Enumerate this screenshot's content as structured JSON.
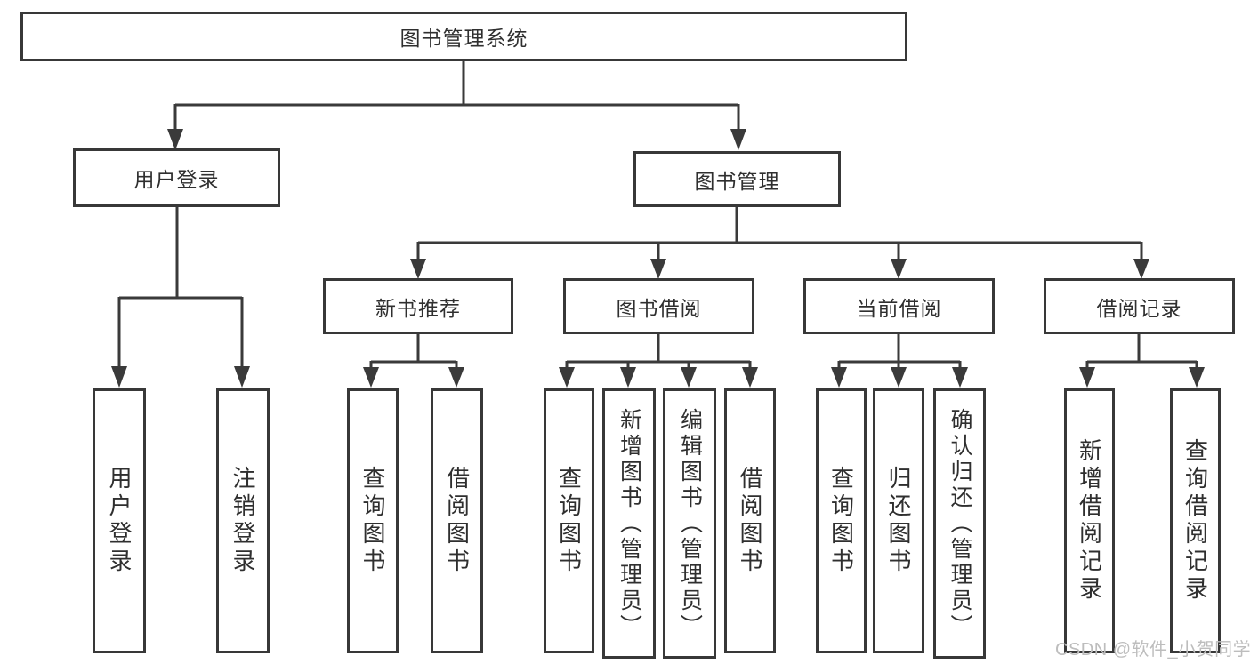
{
  "diagram": {
    "title": "图书管理系统",
    "nodes": {
      "root": {
        "label": "图书管理系统"
      },
      "user_login": {
        "label": "用户登录"
      },
      "book_mgmt": {
        "label": "图书管理"
      },
      "new_books": {
        "label": "新书推荐"
      },
      "book_borrow": {
        "label": "图书借阅"
      },
      "current_borrow": {
        "label": "当前借阅"
      },
      "borrow_records": {
        "label": "借阅记录"
      },
      "leaf_user_login": {
        "label": "用户登录"
      },
      "leaf_logout": {
        "label": "注销登录"
      },
      "leaf_new_query": {
        "label": "查询图书"
      },
      "leaf_new_borrow": {
        "label": "借阅图书"
      },
      "leaf_bb_query": {
        "label": "查询图书"
      },
      "leaf_bb_add": {
        "label": "新增图书（管理员）"
      },
      "leaf_bb_edit": {
        "label": "编辑图书（管理员）"
      },
      "leaf_bb_borrow": {
        "label": "借阅图书"
      },
      "leaf_cb_query": {
        "label": "查询图书"
      },
      "leaf_cb_return": {
        "label": "归还图书"
      },
      "leaf_cb_confirm": {
        "label": "确认归还（管理员）"
      },
      "leaf_rec_add": {
        "label": "新增借阅记录"
      },
      "leaf_rec_query": {
        "label": "查询借阅记录"
      }
    },
    "edges": [
      [
        "root",
        "user_login"
      ],
      [
        "root",
        "book_mgmt"
      ],
      [
        "user_login",
        "leaf_user_login"
      ],
      [
        "user_login",
        "leaf_logout"
      ],
      [
        "book_mgmt",
        "new_books"
      ],
      [
        "book_mgmt",
        "book_borrow"
      ],
      [
        "book_mgmt",
        "current_borrow"
      ],
      [
        "book_mgmt",
        "borrow_records"
      ],
      [
        "new_books",
        "leaf_new_query"
      ],
      [
        "new_books",
        "leaf_new_borrow"
      ],
      [
        "book_borrow",
        "leaf_bb_query"
      ],
      [
        "book_borrow",
        "leaf_bb_add"
      ],
      [
        "book_borrow",
        "leaf_bb_edit"
      ],
      [
        "book_borrow",
        "leaf_bb_borrow"
      ],
      [
        "current_borrow",
        "leaf_cb_query"
      ],
      [
        "current_borrow",
        "leaf_cb_return"
      ],
      [
        "current_borrow",
        "leaf_cb_confirm"
      ],
      [
        "borrow_records",
        "leaf_rec_add"
      ],
      [
        "borrow_records",
        "leaf_rec_query"
      ]
    ]
  },
  "watermark": {
    "text": "CSDN @软件_小贺同学"
  },
  "colors": {
    "line": "#3a3a3a",
    "box_border": "#383838",
    "text": "#2f2f2f",
    "watermark": "#bdbdbd",
    "background": "#ffffff"
  }
}
